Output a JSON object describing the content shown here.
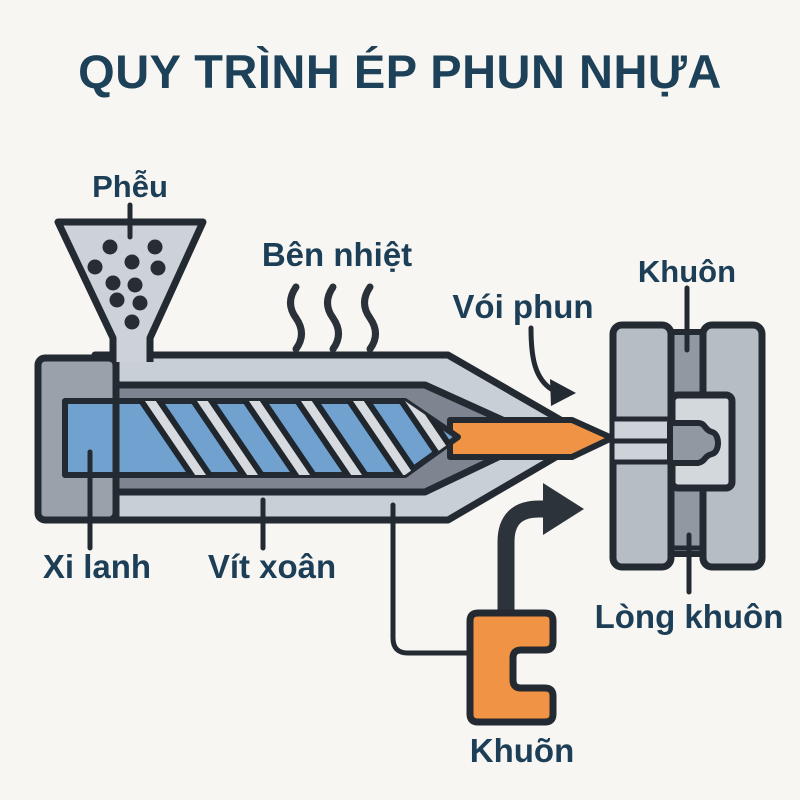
{
  "title": "QUY TRÌNH ÉP PHUN NHỰA",
  "labels": {
    "hopper": "Phễu",
    "heater_zone": "Bên nhiệt",
    "nozzle": "Vói phun",
    "mold": "Khuôn",
    "barrel": "Xi lanh",
    "screw": "Vít xoân",
    "mold_cavity": "Lòng khuôn",
    "molded_part": "Khuõn"
  },
  "colors": {
    "background": "#f7f6f2",
    "label_text": "#1c3e57",
    "title_text": "#1d4158",
    "outline": "#232a32",
    "shell_light_gray": "#c9cfd6",
    "hopper_gray": "#ccd2d8",
    "flight_light": "#d7dbdf",
    "medium_gray": "#9aa1aa",
    "heater_band_gray": "#7e8591",
    "mold_plate_gray": "#b7bdc5",
    "mold_column_gray": "#9098a2",
    "sprue_light": "#ced3d9",
    "cavity_light": "#d3d8dd",
    "melt_blue": "#70a1cf",
    "melt_orange": "#f09344",
    "arrow_dark": "#2d333b",
    "pellet_dark": "#262d35"
  }
}
